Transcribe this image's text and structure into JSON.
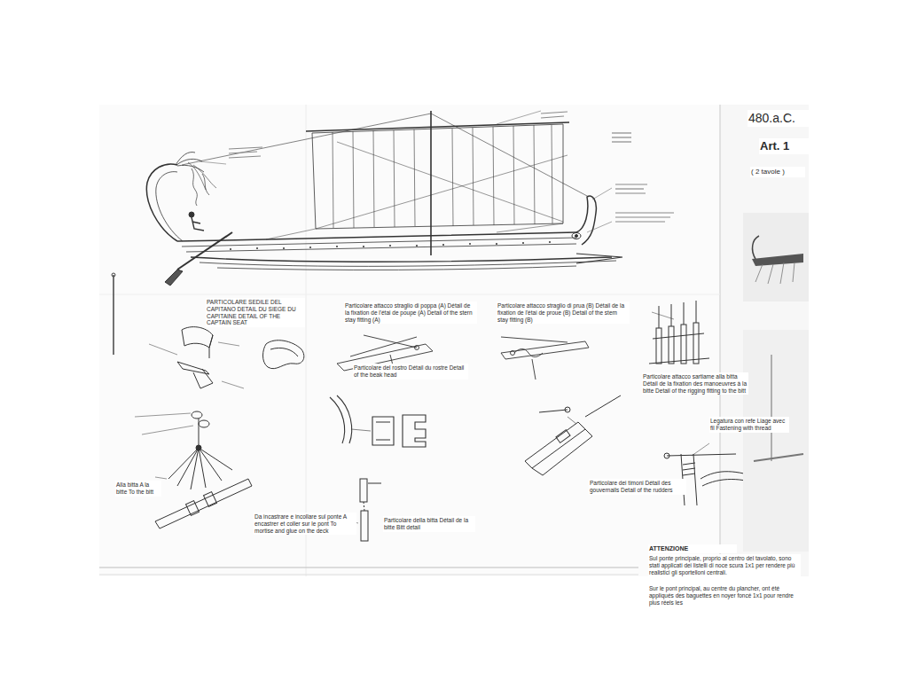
{
  "diagram": {
    "labels": [
      "480.a.C.",
      "Art. 1",
      "( 2 tavole )",
      "PARTICOLARE SEDILE DEL CAPITANO DETAIL DU SIEGE DU CAPITAINE DETAIL OF THE CAPTAIN SEAT",
      "Particolare attacco straglio di poppa (A) Détail de la fixation de l'étai de poupe (A) Detail of the stern stay fitting (A)",
      "Particolare attacco straglio di prua (B) Détail de la fixation de l'étai de proue (B) Detail of the stem stay fitting (B)",
      "Particolare attacco sartiame alla bitta Détail de la fixation des manoeuvres à la bitte Detail of the rigging fitting to the bitt",
      "Particolare del rostro Détail du rostre Detail of the beak head",
      "Da incastrare e incollare sul ponte A encastrer et coller sur le pont To mortise and glue on the deck",
      "Particolare della bitta Détail de la bitte Bitt detail",
      "Particolare dei timoni Détail des gouvernails Detail of the rudders",
      "Legatura con refe Liage avec fil Fastening with thread",
      "Alla bitta A la bitte To the bitt",
      "ATTENZIONE",
      "Sul ponte principale, proprio al centro del tavolato, sono stati applicati dei listelli di noce scura 1x1 per rendere più realistici gli sportelloni centrali.",
      "Sur le pont principal, au centre du plancher, ont été appliqués des baguettes en noyer foncé 1x1 pour rendre plus réels les"
    ]
  }
}
